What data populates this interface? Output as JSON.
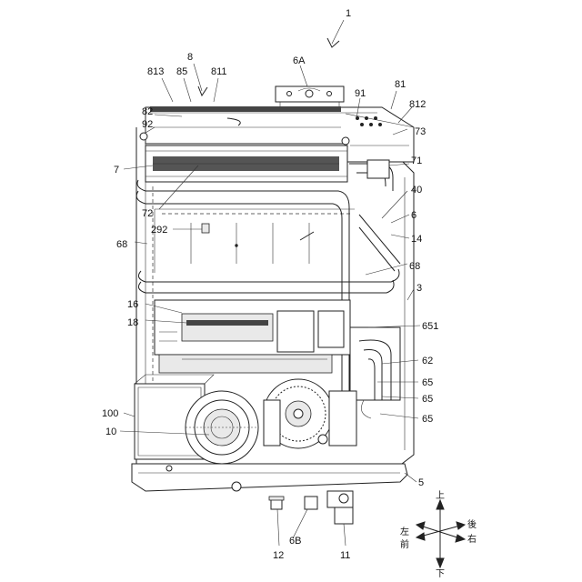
{
  "figure": {
    "reference_labels": {
      "ref_1": "1",
      "ref_8": "8",
      "ref_813": "813",
      "ref_85": "85",
      "ref_811": "811",
      "ref_6A": "6A",
      "ref_81": "81",
      "ref_91": "91",
      "ref_812": "812",
      "ref_82": "82",
      "ref_92": "92",
      "ref_73": "73",
      "ref_7": "7",
      "ref_71": "71",
      "ref_40": "40",
      "ref_72": "72",
      "ref_6": "6",
      "ref_292": "292",
      "ref_14": "14",
      "ref_68_left": "68",
      "ref_68_right": "68",
      "ref_3": "3",
      "ref_16": "16",
      "ref_18": "18",
      "ref_651": "651",
      "ref_62": "62",
      "ref_65_a": "65",
      "ref_65_b": "65",
      "ref_65_c": "65",
      "ref_100": "100",
      "ref_10": "10",
      "ref_5": "5",
      "ref_12": "12",
      "ref_6B": "6B",
      "ref_11": "11"
    },
    "orientation": {
      "up": "上",
      "down": "下",
      "left": "左",
      "right": "右",
      "front": "前",
      "back": "後"
    }
  }
}
